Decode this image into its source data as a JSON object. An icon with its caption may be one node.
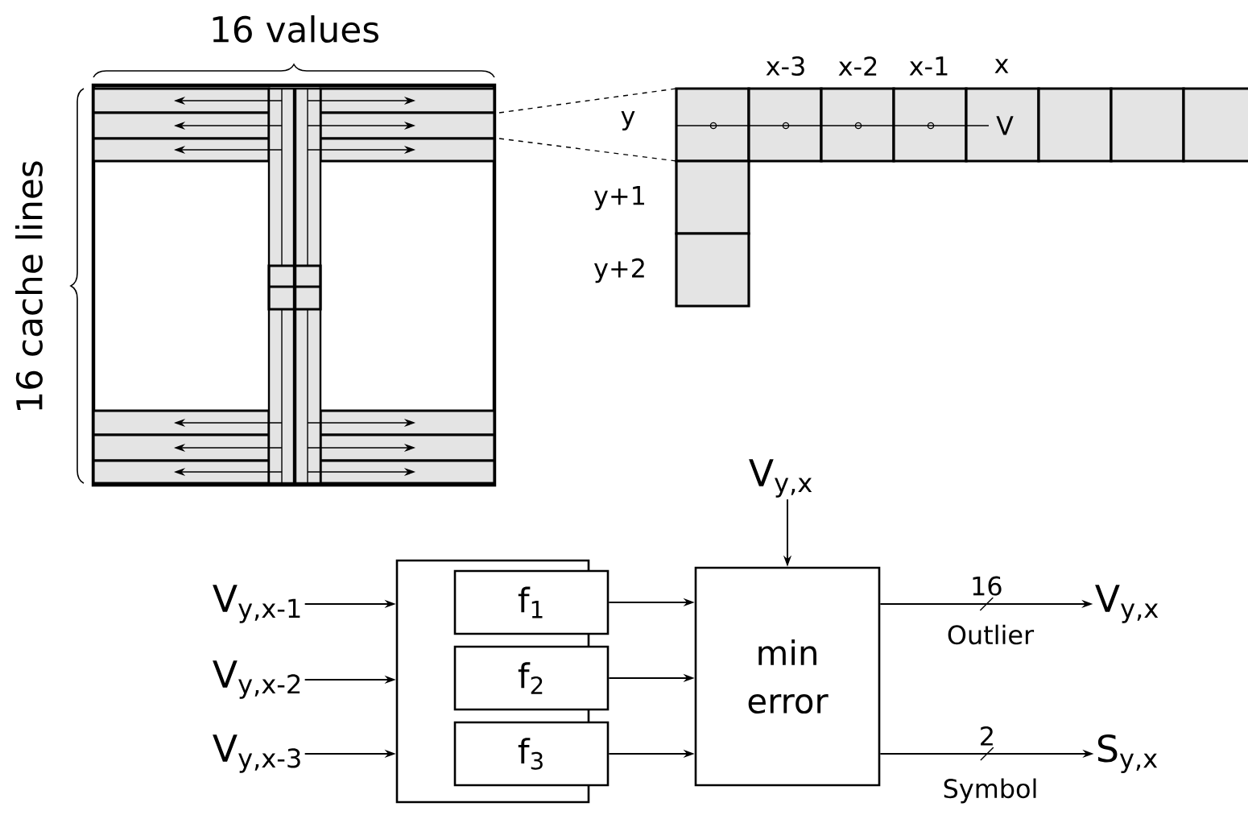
{
  "diagram": {
    "nodes": [
      {
        "text": [
          "V$_{y,x-1}$"
        ]
      },
      {
        "text": [
          "V$_{y,x-2}$"
        ]
      },
      {
        "text": [
          "V$_{y,x-3}$"
        ]
      },
      {
        "text": [],
        "shape": "box"
      },
      {
        "text": [
          "f$_{1}$"
        ]
      },
      {
        "text": [
          "f$_{2}$"
        ]
      },
      {
        "text": [
          "f$_{3}$"
        ]
      },
      {
        "text": [
          "min error"
        ]
      },
      {
        "text": [
          "V$_{y,x}$"
        ]
      },
      {
        "text": [
          "V$_{y,x}$"
        ]
      },
      {
        "text": [
          "S$_{y,x}$"
        ]
      }
    ],
    "edges": [
      {
        "from": 0,
        "to": 3,
        "arrow": "to"
      },
      {
        "from": 1,
        "to": 3,
        "arrow": "to"
      },
      {
        "from": 2,
        "to": 3,
        "arrow": "to"
      },
      {
        "from": 4,
        "to": 7,
        "arrow": "to"
      },
      {
        "from": 5,
        "to": 7,
        "arrow": "to"
      },
      {
        "from": 6,
        "to": 7,
        "arrow": "to"
      },
      {
        "from": 8,
        "to": 7,
        "arrow": "to"
      },
      {
        "from": 7,
        "to": 9,
        "arrow": "to",
        "label": "16"
      },
      {
        "from": 7,
        "to": 10,
        "arrow": "to",
        "label": "2"
      }
    ],
    "labels": [
      "16 values",
      "16 cache lines",
      "x-3",
      "x-2",
      "x-1",
      "x",
      "y",
      "V",
      "y+1",
      "y+2",
      "Outlier",
      "Symbol"
    ]
  }
}
